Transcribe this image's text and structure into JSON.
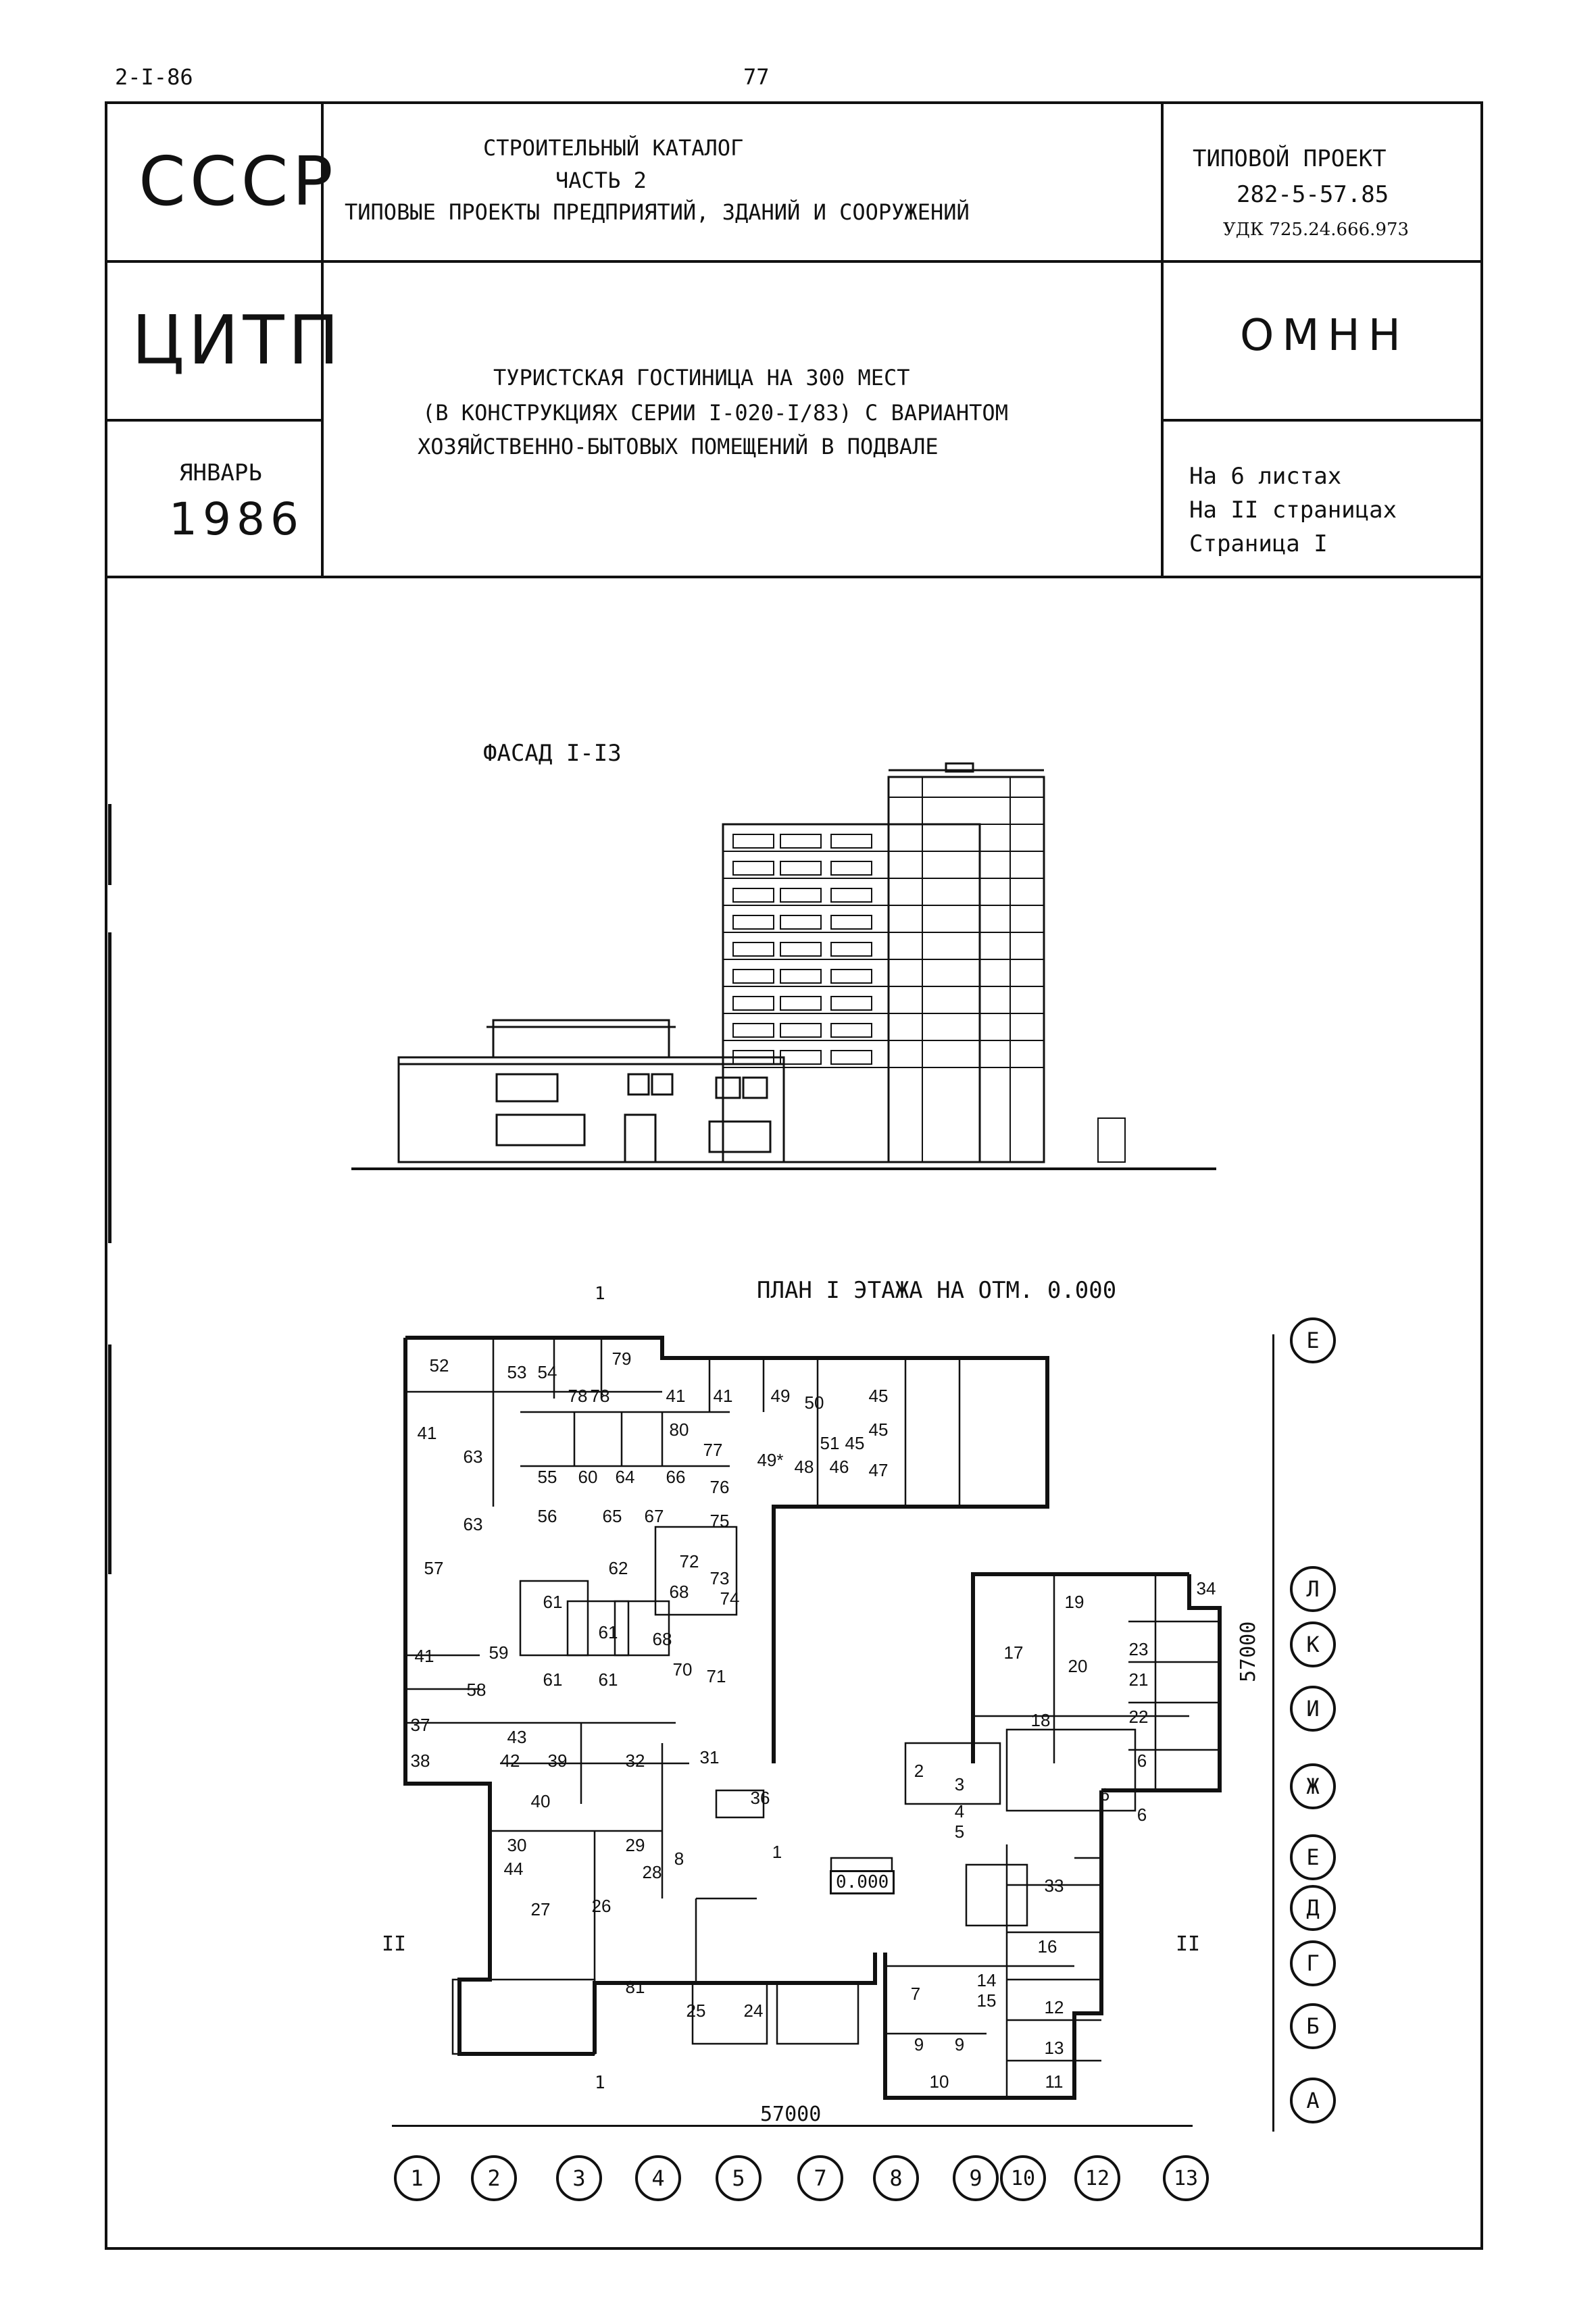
{
  "page": {
    "code": "2-I-86",
    "number": "77"
  },
  "header": {
    "ussr": "СССР",
    "citp": "ЦИТП",
    "month": "ЯНВАРЬ",
    "year": "1986",
    "catalog_line1": "СТРОИТЕЛЬНЫЙ КАТАЛОГ",
    "catalog_line2": "ЧАСТЬ 2",
    "catalog_line3": "ТИПОВЫЕ ПРОЕКТЫ ПРЕДПРИЯТИЙ, ЗДАНИЙ И СООРУЖЕНИЙ",
    "title_line1": "ТУРИСТСКАЯ ГОСТИНИЦА НА 300 МЕСТ",
    "title_line2": "(В КОНСТРУКЦИЯХ СЕРИИ I-020-I/83) С ВАРИАНТОМ",
    "title_line3": "ХОЗЯЙСТВЕННО-БЫТОВЫХ ПОМЕЩЕНИЙ В ПОДВАЛЕ",
    "project_label": "ТИПОВОЙ ПРОЕКТ",
    "project_number": "282-5-57.85",
    "udk": "УДК 725.24.666.973",
    "org": "ОМНН",
    "sheets": "На   6  листах",
    "pages": "На  II  страницах",
    "page_no": "Страница   I"
  },
  "drawing": {
    "facade_title": "ФАСАД I-I3",
    "plan_title": "ПЛАН  I  ЭТАЖА  НА ОТМ. 0.000",
    "elevation_mark": "0.000",
    "dim_horizontal": "57000",
    "dim_vertical": "57000",
    "section_mark_1": "1",
    "section_mark_2": "II",
    "axes_x": [
      "1",
      "2",
      "3",
      "4",
      "5",
      "7",
      "8",
      "9",
      "10",
      "12",
      "13"
    ],
    "axes_y": [
      "Е",
      "Л",
      "К",
      "И",
      "Ж",
      "Е",
      "Д",
      "Г",
      "Б",
      "А"
    ],
    "room_labels": [
      "52",
      "53",
      "54",
      "78",
      "78",
      "79",
      "41",
      "41",
      "41",
      "49",
      "50",
      "45",
      "45",
      "45",
      "47",
      "48",
      "46",
      "51",
      "49*",
      "77",
      "76",
      "75",
      "80",
      "63",
      "63",
      "55",
      "60",
      "64",
      "66",
      "56",
      "65",
      "67",
      "57",
      "62",
      "72",
      "73",
      "74",
      "61",
      "61",
      "61",
      "61",
      "68",
      "68",
      "70",
      "71",
      "59",
      "41",
      "58",
      "37",
      "38",
      "43",
      "42",
      "39",
      "32",
      "40",
      "31",
      "36",
      "30",
      "29",
      "44",
      "27",
      "26",
      "28",
      "8",
      "1",
      "25",
      "24",
      "81",
      "2",
      "3",
      "4",
      "5",
      "33",
      "17",
      "19",
      "34",
      "23",
      "21",
      "22",
      "20",
      "18",
      "6",
      "6",
      "6",
      "16",
      "14",
      "15",
      "7",
      "9",
      "9",
      "10",
      "12",
      "13",
      "11"
    ]
  }
}
